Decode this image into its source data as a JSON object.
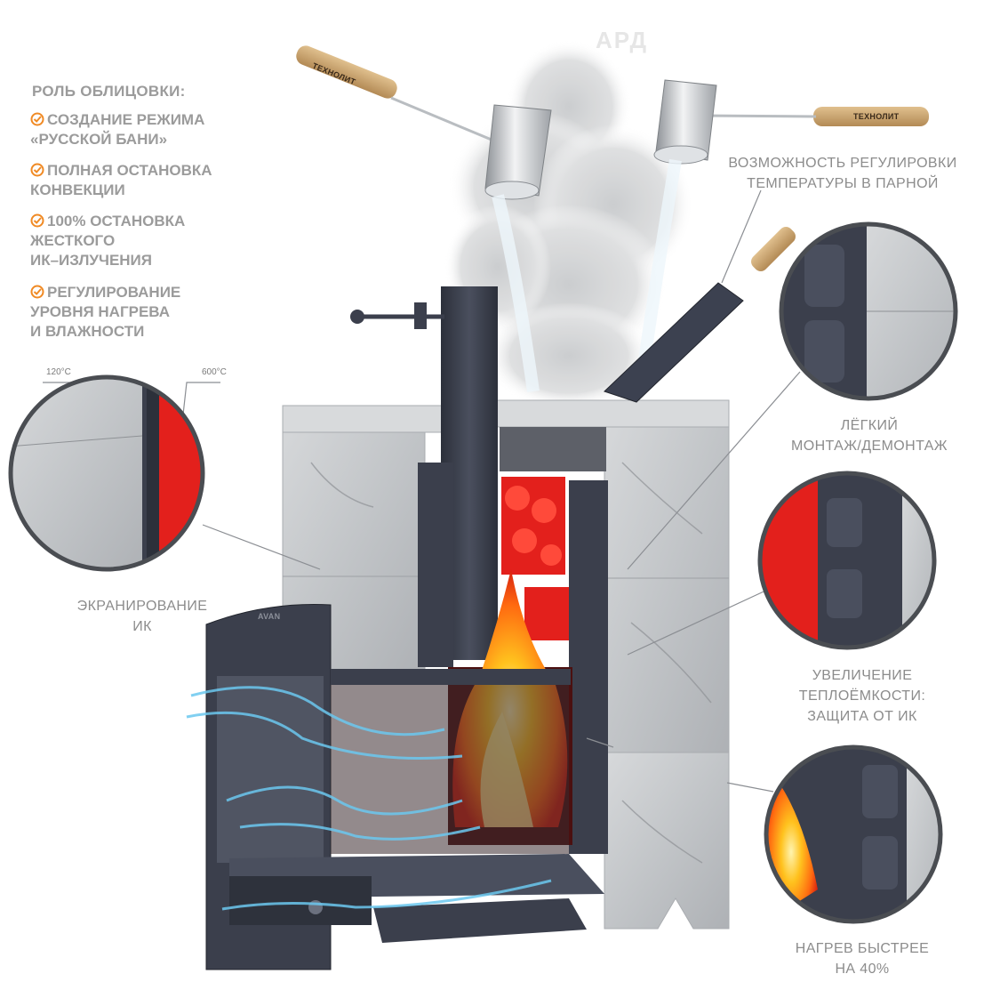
{
  "watermark": "АРД",
  "ladle_brand": "ТЕХНОЛИТ",
  "door_brand": "AVAN",
  "role": {
    "title": "РОЛЬ ОБЛИЦОВКИ:",
    "items": [
      {
        "line1": "СОЗДАНИЕ РЕЖИМА",
        "line2": "«РУССКОЙ БАНИ»",
        "line3": ""
      },
      {
        "line1": "ПОЛНАЯ ОСТАНОВКА",
        "line2": "КОНВЕКЦИИ",
        "line3": ""
      },
      {
        "line1": "100% ОСТАНОВКА",
        "line2": "ЖЕСТКОГО",
        "line3": "ИК–ИЗЛУЧЕНИЯ"
      },
      {
        "line1": "РЕГУЛИРОВАНИЕ",
        "line2": "УРОВНЯ НАГРЕВА",
        "line3": "И ВЛАЖНОСТИ"
      }
    ]
  },
  "temps": {
    "left": "120°С",
    "right": "600°С"
  },
  "captions": {
    "regulation": [
      "ВОЗМОЖНОСТЬ РЕГУЛИРОВКИ",
      "ТЕМПЕРАТУРЫ В ПАРНОЙ"
    ],
    "mounting": [
      "ЛЁГКИЙ",
      "МОНТАЖ/ДЕМОНТАЖ"
    ],
    "screening": [
      "ЭКРАНИРОВАНИЕ",
      "ИК"
    ],
    "capacity": [
      "УВЕЛИЧЕНИЕ",
      "ТЕПЛОЁМКОСТИ:",
      "ЗАЩИТА ОТ ИК"
    ],
    "faster": [
      "НАГРЕВ БЫСТРЕЕ",
      "НА 40%"
    ]
  },
  "colors": {
    "text": "#9b9b9b",
    "accent_check": "#f08a24",
    "stone": "#c9cbcd",
    "iron": "#3b3f4c",
    "stones_red": "#e3201c",
    "fire": "#ff9a1a",
    "air": "#6cc8ef"
  },
  "icons": [
    "check-circle-icon"
  ]
}
